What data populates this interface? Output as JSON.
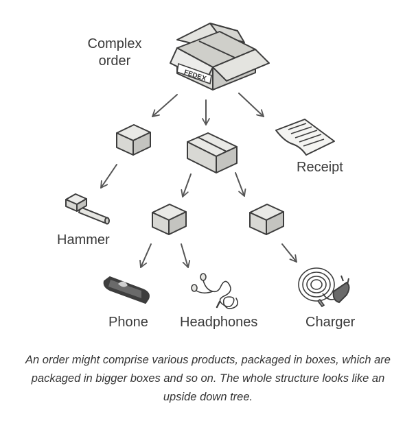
{
  "labels": {
    "root": "Complex order",
    "root_line1": "Complex",
    "root_line2": "order",
    "fedex": "FEDEX",
    "receipt": "Receipt",
    "hammer": "Hammer",
    "phone": "Phone",
    "headphones": "Headphones",
    "charger": "Charger"
  },
  "caption": "An order might comprise various products, packaged in boxes, which are packaged in bigger boxes and so on. The whole structure looks like an upside down tree.",
  "colors": {
    "outline": "#3c3c3c",
    "box_top": "#e9e9e6",
    "box_side": "#d8d8d4",
    "box_shadow": "#c4c4c0",
    "arrow": "#555555"
  }
}
